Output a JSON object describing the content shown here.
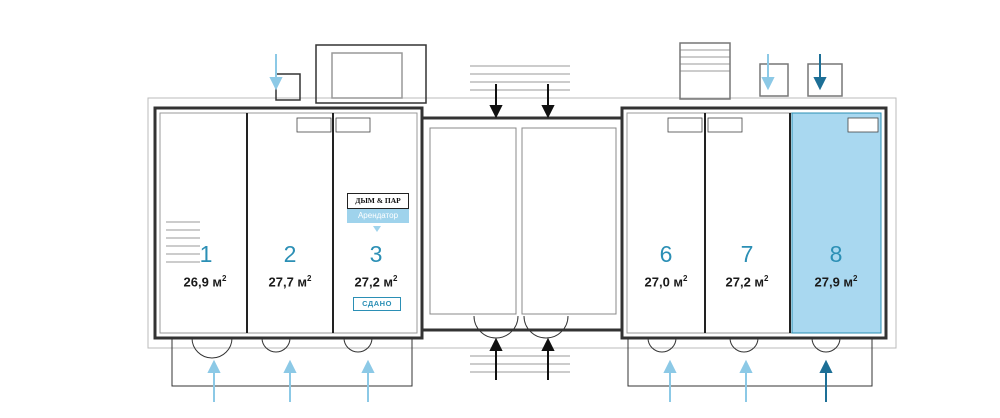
{
  "units": [
    {
      "number": "1",
      "area": "26,9 м",
      "unit_sup": "2",
      "highlighted": false
    },
    {
      "number": "2",
      "area": "27,7 м",
      "unit_sup": "2",
      "highlighted": false
    },
    {
      "number": "3",
      "area": "27,2 м",
      "unit_sup": "2",
      "highlighted": false
    },
    {
      "number": "6",
      "area": "27,0 м",
      "unit_sup": "2",
      "highlighted": false
    },
    {
      "number": "7",
      "area": "27,2 м",
      "unit_sup": "2",
      "highlighted": false
    },
    {
      "number": "8",
      "area": "27,9 м",
      "unit_sup": "2",
      "highlighted": true
    }
  ],
  "tenant": {
    "logo_text": "ДЫМ & ПАР",
    "label": "Арендатор",
    "status": "СДАНО"
  },
  "colors": {
    "accent": "#2b8fb5",
    "highlight_fill": "#a9d8f0",
    "entrance_arrow": "#8cc9e6",
    "wall": "#1a1a1a"
  }
}
